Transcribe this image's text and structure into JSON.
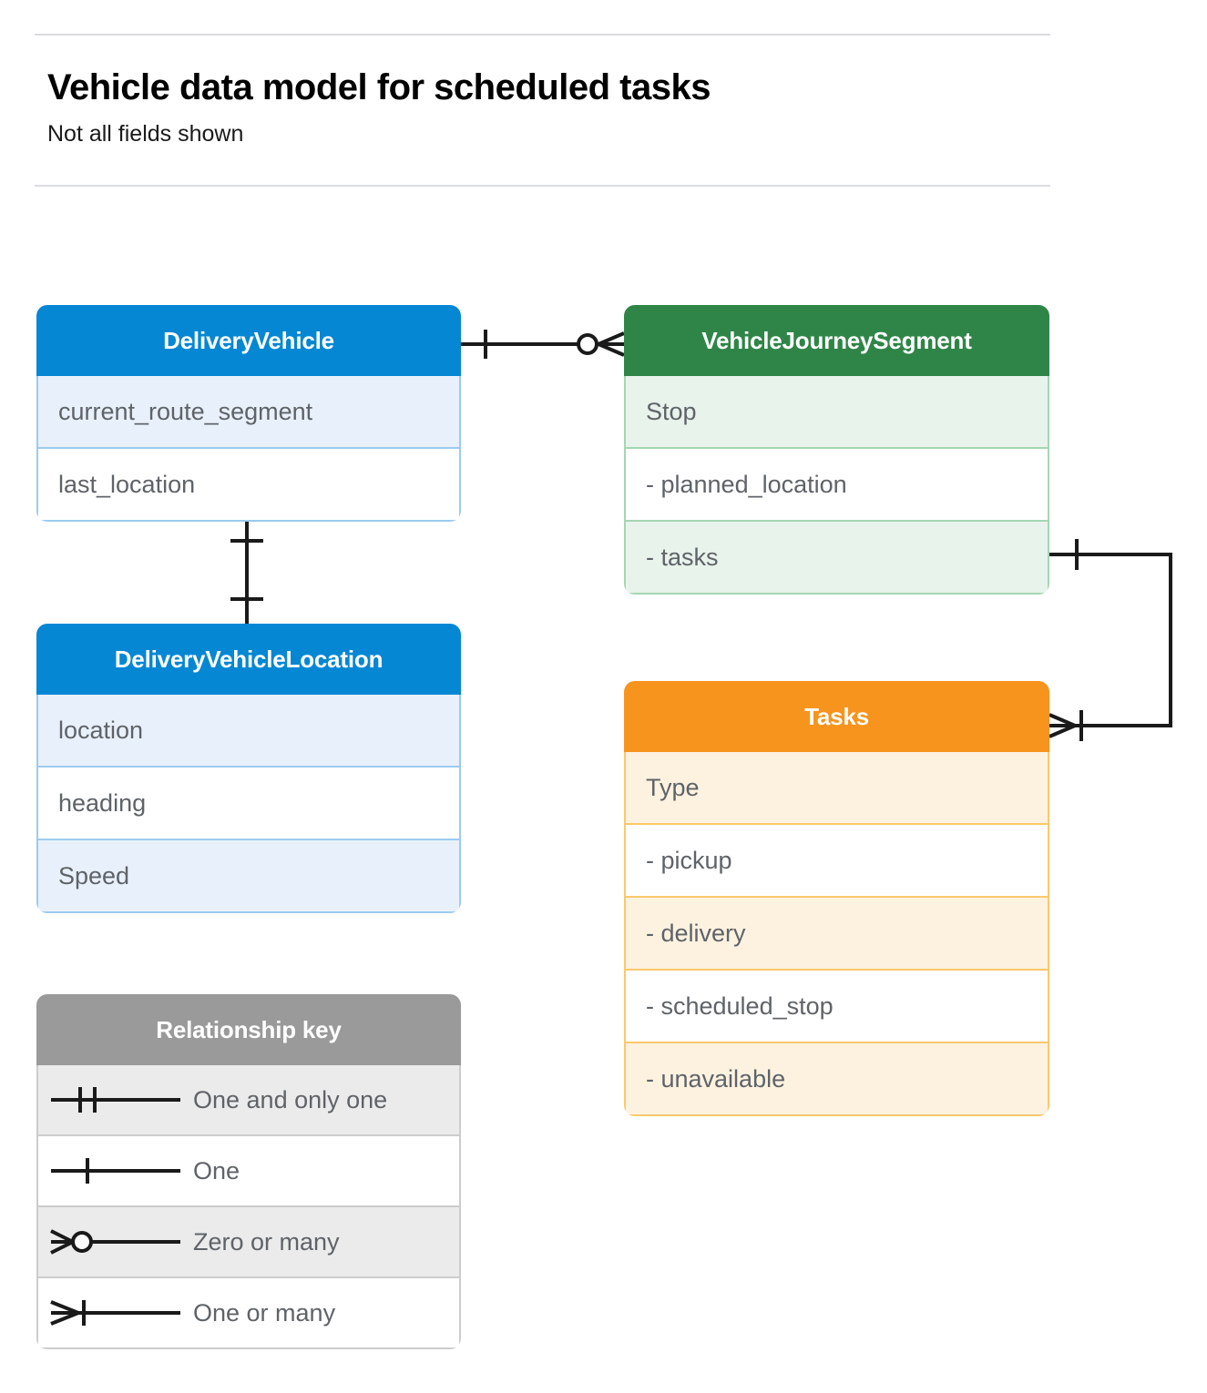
{
  "header": {
    "title": "Vehicle data model for scheduled tasks",
    "subtitle": "Not all fields shown"
  },
  "colors": {
    "blue_header": "#0587d3",
    "blue_row_shade": "#e8f1fb",
    "blue_border": "#9ccbef",
    "green_header": "#2f8547",
    "green_row_shade": "#e8f3ec",
    "green_border": "#a5d6b4",
    "orange_header": "#f7941d",
    "orange_row_shade": "#fdf2e0",
    "orange_border": "#fbc96b",
    "gray_header": "#9a9a9a",
    "gray_row_shade": "#ebebeb",
    "gray_border": "#cccccc",
    "divider": "#dadce0",
    "text_body": "#5f6368",
    "connector": "#1a1a1a"
  },
  "entities": {
    "delivery_vehicle": {
      "title": "DeliveryVehicle",
      "fields": [
        {
          "label": "current_route_segment"
        },
        {
          "label": "last_location"
        }
      ]
    },
    "delivery_vehicle_location": {
      "title": "DeliveryVehicleLocation",
      "fields": [
        {
          "label": "location"
        },
        {
          "label": "heading"
        },
        {
          "label": "Speed"
        }
      ]
    },
    "vehicle_journey_segment": {
      "title": "VehicleJourneySegment",
      "fields": [
        {
          "label": "Stop"
        },
        {
          "label": "-  planned_location"
        },
        {
          "label": "- tasks"
        }
      ]
    },
    "tasks": {
      "title": "Tasks",
      "fields": [
        {
          "label": "Type"
        },
        {
          "label": "-  pickup"
        },
        {
          "label": "-  delivery"
        },
        {
          "label": "-  scheduled_stop"
        },
        {
          "label": "-  unavailable"
        }
      ]
    }
  },
  "legend": {
    "title": "Relationship key",
    "items": [
      {
        "label": "One and only one",
        "symbol": "one-and-only-one-symbol"
      },
      {
        "label": "One",
        "symbol": "one-symbol"
      },
      {
        "label": "Zero or many",
        "symbol": "zero-or-many-symbol"
      },
      {
        "label": "One or many",
        "symbol": "one-or-many-symbol"
      }
    ]
  },
  "relationships": [
    {
      "from": "DeliveryVehicle",
      "to": "VehicleJourneySegment",
      "from_cardinality": "One",
      "to_cardinality": "Zero or many"
    },
    {
      "from": "DeliveryVehicle",
      "to": "DeliveryVehicleLocation",
      "from_cardinality": "One",
      "to_cardinality": "One"
    },
    {
      "from": "VehicleJourneySegment",
      "to": "Tasks",
      "from_cardinality": "One",
      "to_cardinality": "One or many"
    }
  ]
}
